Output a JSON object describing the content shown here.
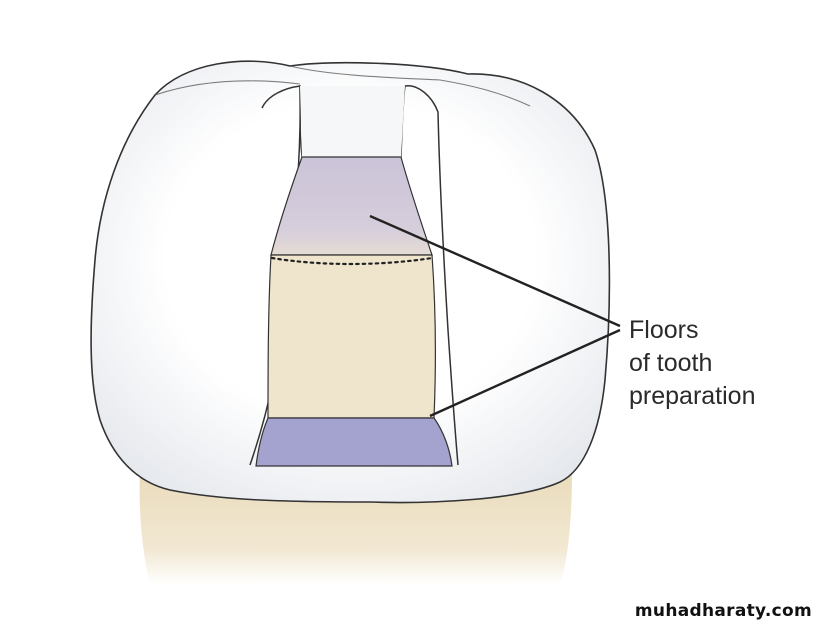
{
  "diagram": {
    "label_lines": [
      "Floors",
      "of tooth",
      "preparation"
    ],
    "watermark": "muhadharaty.com",
    "colors": {
      "enamel": "#ffffff",
      "enamel_shadow": "#e9ebee",
      "outline": "#333333",
      "root": "#efe3c8",
      "pulpal_floor": "#c9c0d6",
      "dentin_floor": "#efe4cc",
      "gingival_floor": "#a4a3cf",
      "leader_line": "#222222"
    }
  }
}
